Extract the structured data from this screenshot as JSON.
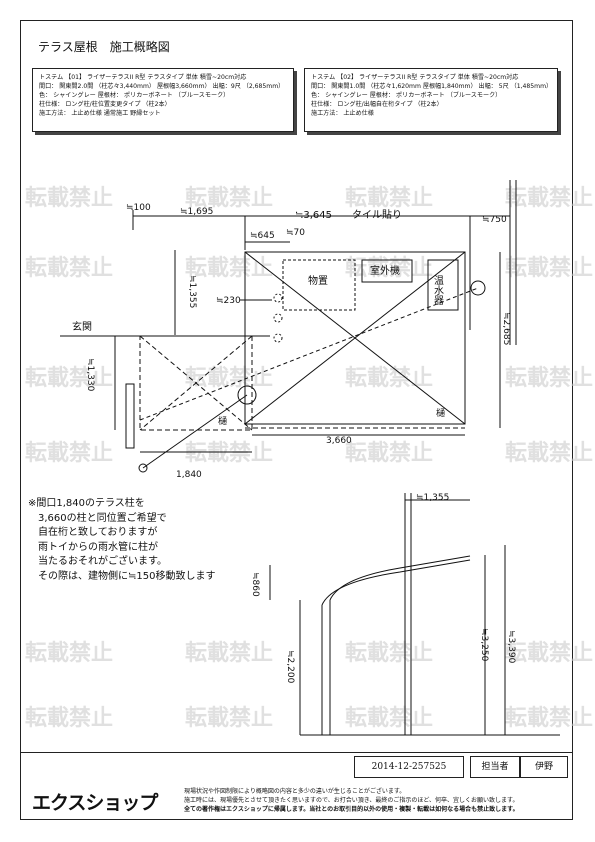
{
  "title": "テラス屋根　施工概略図",
  "spec1": {
    "l1": "トステム 【01】 ライザーテラスII R型 テラスタイプ 単体 積雪~20cm対応",
    "l2": "間口： 関東間2.0間 （柱芯々3,440mm） 屋根幅3,660mm） 出幅：9尺 （2,685mm）",
    "l3": "色： シャイングレー 屋根材： ポリカーボネート （ブルースモーク）",
    "l4": "柱仕様： ロング柱/柱位置変更タイプ （柱2本）",
    "l5": "施工方法： 上止め仕様 通常施工 野縁セット"
  },
  "spec2": {
    "l1": "トステム 【02】 ライザーテラスII R型 テラスタイプ 単体 積雪~20cm対応",
    "l2": "間口： 関東間1.0間 （柱芯々1,620mm 屋根幅1,840mm） 出幅： 5尺 （1,485mm）",
    "l3": "色： シャイングレー 屋根材： ポリカーボネート （ブルースモーク）",
    "l4": "柱仕様： ロング柱/出幅自在桁タイプ （柱2本）",
    "l5": "施工方法： 上止め仕様"
  },
  "plan": {
    "d100": "≒100",
    "d1695": "≒1,695",
    "d3645": "≒3,645",
    "tile": "タイル貼り",
    "d750": "≒750",
    "d645": "≒645",
    "d70": "≒70",
    "d1355": "≒1,355",
    "d230": "≒230",
    "d2685": "≒2,685",
    "d1330": "≒1,330",
    "d1840": "1,840",
    "d3660": "3,660",
    "genkan": "玄関",
    "monooki": "物置",
    "shitsugaiki": "室外機",
    "onsuiki": "温水器",
    "toi1": "樋",
    "toi2": "樋"
  },
  "notes": [
    "※間口1,840のテラス柱を",
    "3,660の柱と同位置ご希望で",
    "自在桁と致しておりますが",
    "雨トイからの雨水管に柱が",
    "当たるおそれがございます。",
    "その際は、建物側に≒150移動致します"
  ],
  "elev": {
    "d1355": "≒1,355",
    "d860": "≒860",
    "d2200": "≒2,200",
    "d3250": "≒3,250",
    "d3390": "≒3,390"
  },
  "watermark": "転載禁止",
  "footer": {
    "doc_no": "2014-12-257525",
    "tantou_label": "担当者",
    "tantou": "伊野",
    "logo": "エクスショップ",
    "t1": "現場状況や作図制限により概略図の内容と多少の違いが生じることがございます。",
    "t2": "施工時には、現場優先とさせて頂きたく思いますので、お打合い頂き、最終のご指示のほど、何卒、宜しくお願い致します。",
    "t3": "全ての著作権はエクスショップに帰属します。当社とのお取引目的以外の使用・複製・転載は如何なる場合も禁止致します。"
  }
}
